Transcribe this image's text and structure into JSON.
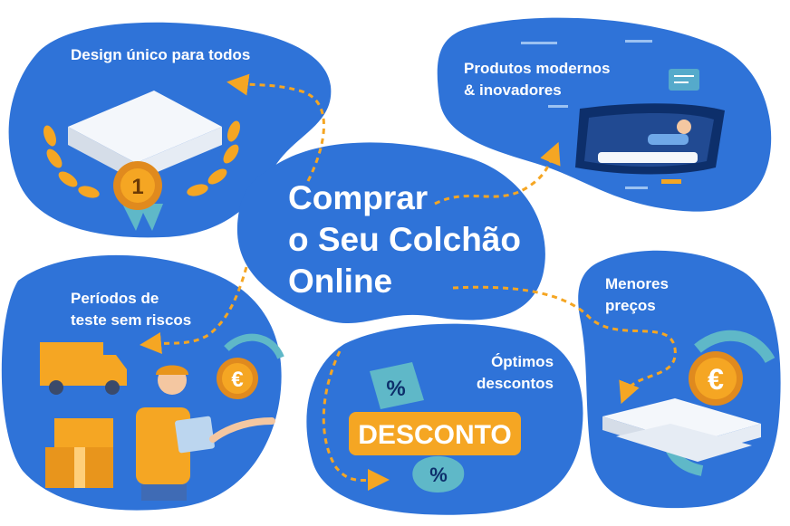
{
  "center": {
    "title": "Comprar\no Seu Colchão\nOnline"
  },
  "topics": {
    "design": "Design único para todos",
    "modern": "Produtos modernos\n& inovadores",
    "trial": "Períodos de\nteste sem riscos",
    "discounts": "Óptimos\ndescontos",
    "prices": "Menores\npreços"
  },
  "badges": {
    "rank": "1",
    "discount_tag": "DESCONTO",
    "percent": "%",
    "euro": "€"
  },
  "colors": {
    "blob_blue": "#2f73d8",
    "blob_dark": "#1d5fc2",
    "accent_orange": "#f5a623",
    "mattress_white": "#f4f7fb",
    "teal": "#5fb8c8"
  },
  "icons": [
    "mattress-icon",
    "laurel-icon",
    "medal-icon",
    "car-icon",
    "truck-icon",
    "boxes-icon",
    "courier-icon",
    "euro-coin-icon",
    "percent-tag-icon",
    "refresh-arrow-icon"
  ]
}
